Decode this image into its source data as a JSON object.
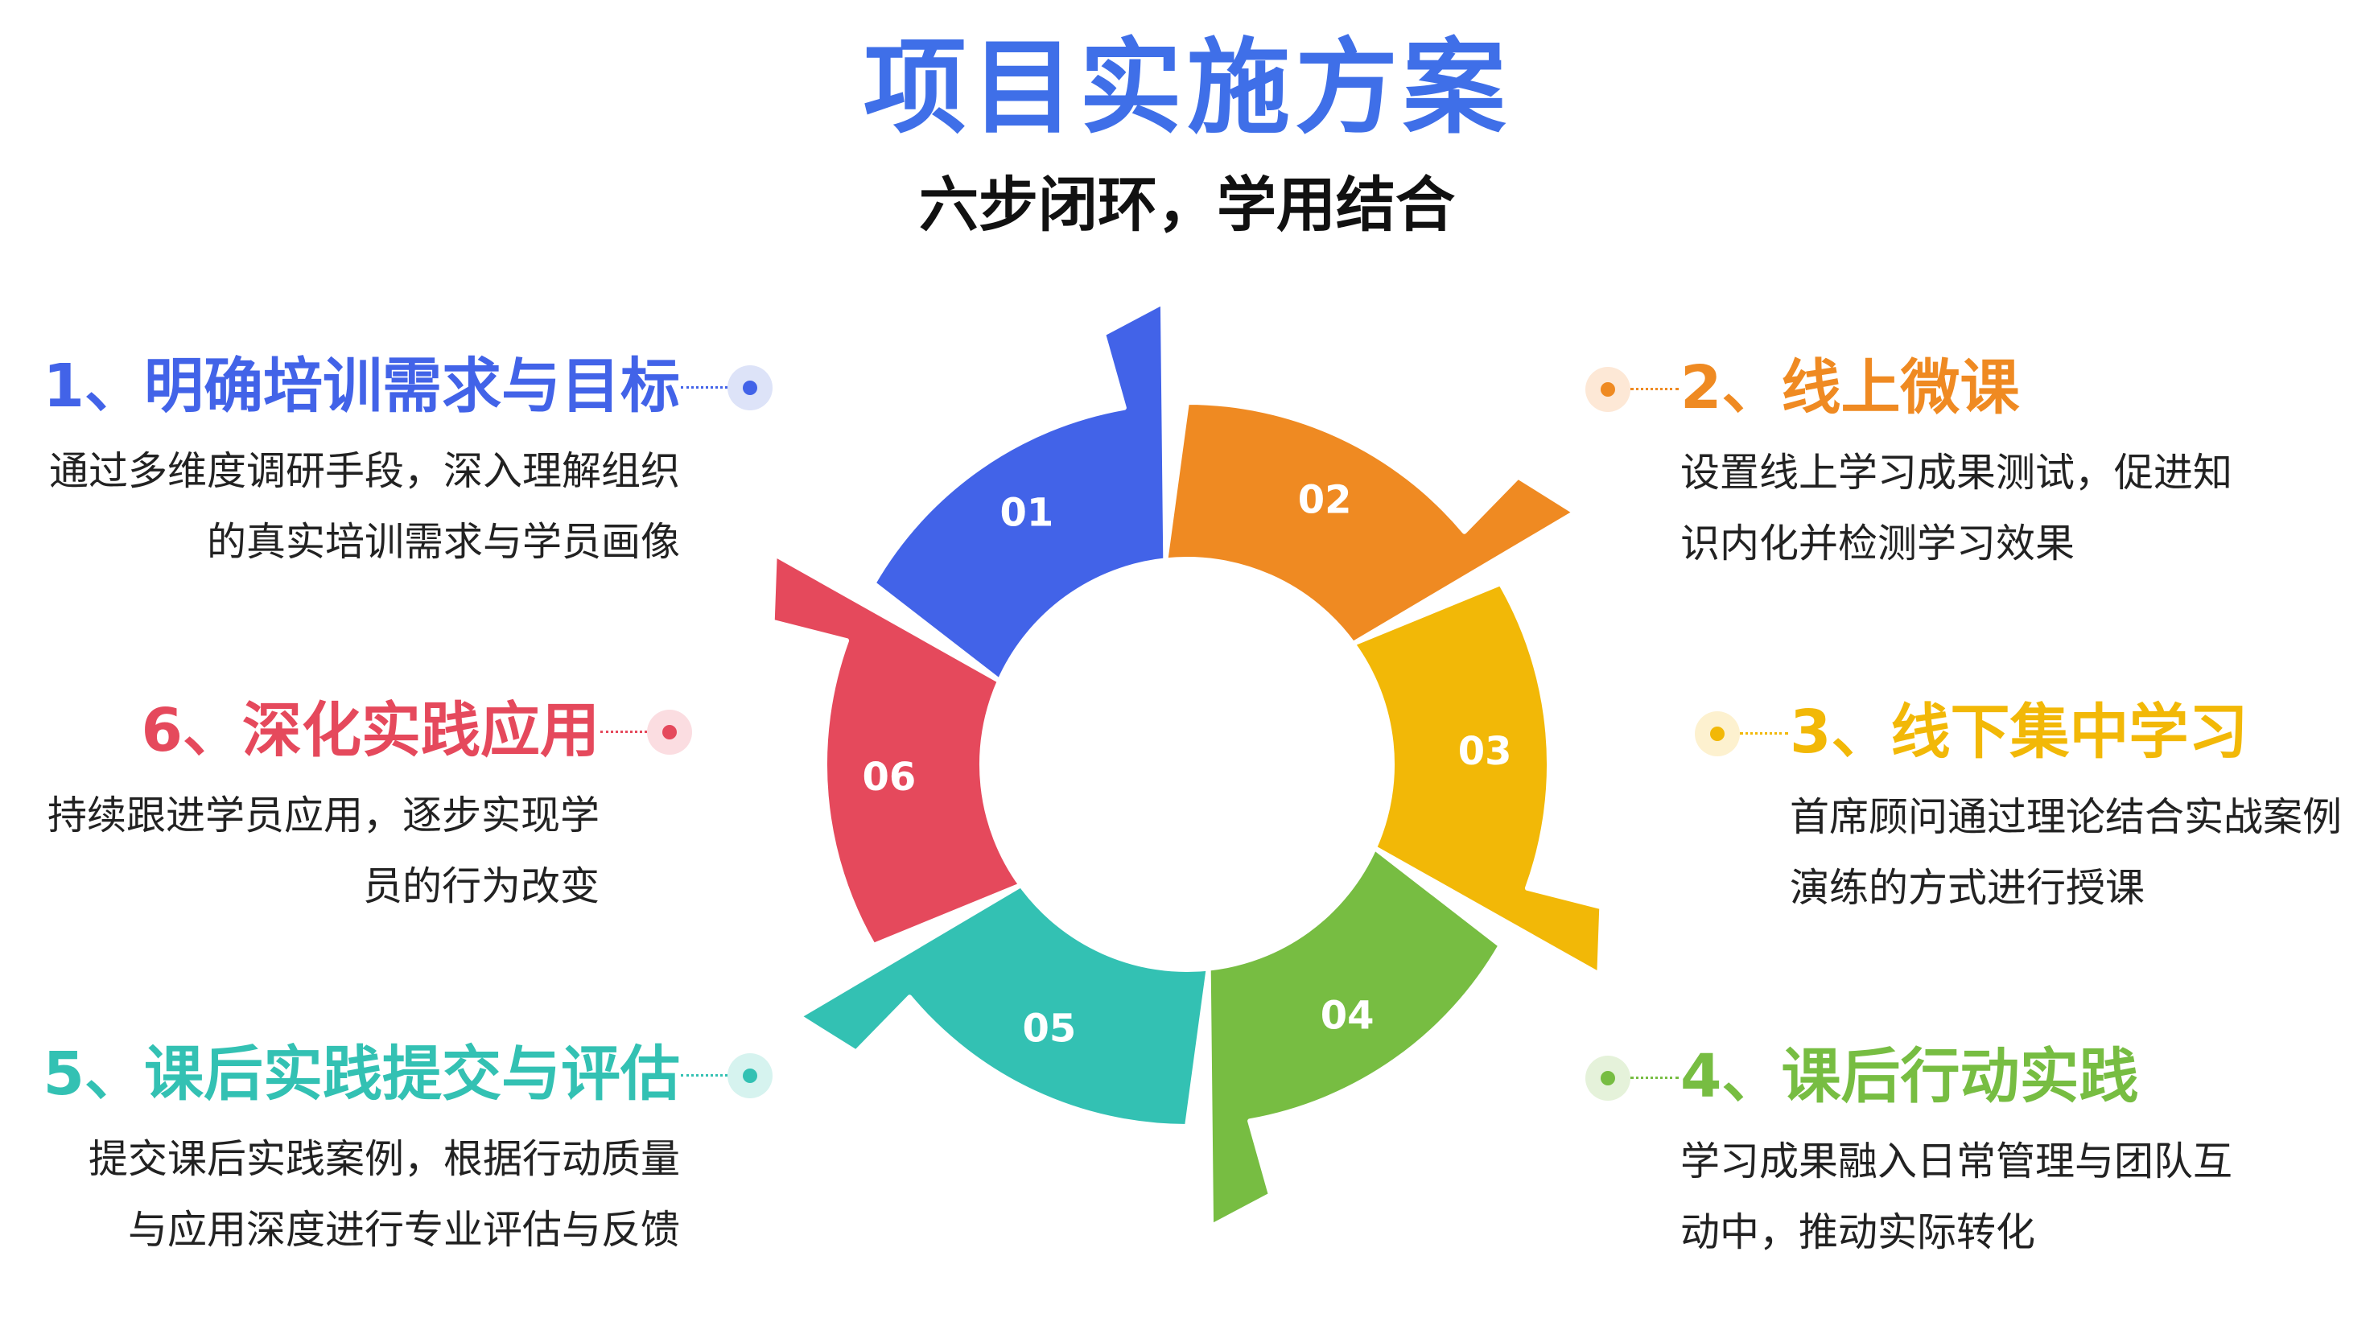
{
  "title": "项目实施方案",
  "subtitle": "六步闭环，学用结合",
  "steps": [
    {
      "id": "01",
      "title": "1、明确培训需求与目标",
      "desc": [
        "通过多维度调研手段，深入理解组织",
        "的真实培训需求与学员画像"
      ],
      "color": "#4263e8",
      "dot_bg": "#dde3f8"
    },
    {
      "id": "02",
      "title": "2、线上微课",
      "desc": [
        "设置线上学习成果测试，促进知",
        "识内化并检测学习效果"
      ],
      "color": "#ef8a22",
      "dot_bg": "#fde8d6"
    },
    {
      "id": "03",
      "title": "3、线下集中学习",
      "desc": [
        "首席顾问通过理论结合实战案例",
        "演练的方式进行授课"
      ],
      "color": "#f2b807",
      "dot_bg": "#fdf1cf"
    },
    {
      "id": "04",
      "title": "4、课后行动实践",
      "desc": [
        "学习成果融入日常管理与团队互",
        "动中，推动实际转化"
      ],
      "color": "#77bd42",
      "dot_bg": "#e5f2da"
    },
    {
      "id": "05",
      "title": "5、课后实践提交与评估",
      "desc": [
        "提交课后实践案例，根据行动质量",
        "与应用深度进行专业评估与反馈"
      ],
      "color": "#33c1b3",
      "dot_bg": "#d6f3ef"
    },
    {
      "id": "06",
      "title": "6、深化实践应用",
      "desc": [
        "持续跟进学员应用，逐步实现学",
        "员的行为改变"
      ],
      "color": "#e5495c",
      "dot_bg": "#fbdde1"
    }
  ]
}
